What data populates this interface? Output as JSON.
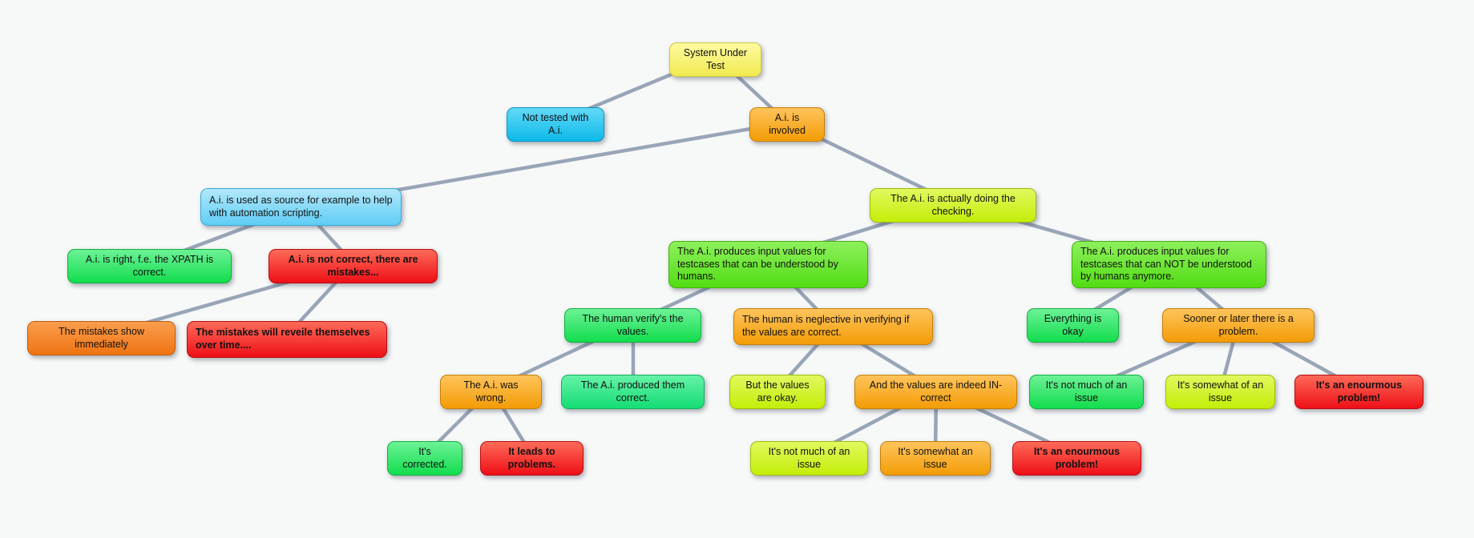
{
  "app": {
    "type": "mind-map-canvas",
    "background_color": "#f7f8f8",
    "connector_color": "#8897ab"
  },
  "colors": {
    "yellow": "#f2ea50",
    "cyan": "#0db9e9",
    "orange": "#f39c06",
    "skyblue": "#5fcdf5",
    "chartreuse": "#c3ee09",
    "green": "#12dd4d",
    "brightgreen": "#52dd14",
    "springgreen": "#14dd74",
    "red": "#ee0f17",
    "orangered": "#ef7312"
  },
  "nodes": [
    {
      "label": "System Under Test",
      "color": "yellow"
    },
    {
      "label": "Not tested with A.i.",
      "color": "cyan"
    },
    {
      "label": "A.i. is involved",
      "color": "orange"
    },
    {
      "label": "A.i. is used as source for example to help with automation scripting.",
      "color": "skyblue"
    },
    {
      "label": "The A.i. is actually doing the checking.",
      "color": "chartreuse"
    },
    {
      "label": "A.i. is right, f.e. the XPATH is correct.",
      "color": "green"
    },
    {
      "label": "A.i. is not correct, there are mistakes...",
      "color": "red"
    },
    {
      "label": "The A.i. produces input values for testcases that can be understood by humans.",
      "color": "brightgreen"
    },
    {
      "label": "The A.i. produces input values for testcases that can NOT be understood by humans anymore.",
      "color": "brightgreen"
    },
    {
      "label": "The mistakes show immediately",
      "color": "orangered"
    },
    {
      "label": "The mistakes will reveile themselves over time....",
      "color": "red"
    },
    {
      "label": "The human verify's the values.",
      "color": "green"
    },
    {
      "label": "The human is neglective in verifying if the values are correct.",
      "color": "orange"
    },
    {
      "label": "Everything is okay",
      "color": "green"
    },
    {
      "label": "Sooner or later there is a problem.",
      "color": "orange"
    },
    {
      "label": "The A.i. was wrong.",
      "color": "orange"
    },
    {
      "label": "The A.i. produced them correct.",
      "color": "springgreen"
    },
    {
      "label": "But the values are okay.",
      "color": "chartreuse"
    },
    {
      "label": "And the values are indeed IN-correct",
      "color": "orange"
    },
    {
      "label": "It's not much of an issue",
      "color": "green"
    },
    {
      "label": "It's somewhat of an issue",
      "color": "chartreuse"
    },
    {
      "label": "It's an enourmous problem!",
      "color": "red"
    },
    {
      "label": "It's corrected.",
      "color": "green"
    },
    {
      "label": "It leads to problems.",
      "color": "red"
    },
    {
      "label": "It's not much of an issue",
      "color": "chartreuse"
    },
    {
      "label": "It's somewhat an issue",
      "color": "orange"
    },
    {
      "label": "It's an enourmous problem!",
      "color": "red"
    }
  ],
  "edges": [
    [
      0,
      1
    ],
    [
      0,
      2
    ],
    [
      2,
      3
    ],
    [
      2,
      4
    ],
    [
      3,
      5
    ],
    [
      3,
      6
    ],
    [
      6,
      9
    ],
    [
      6,
      10
    ],
    [
      4,
      7
    ],
    [
      4,
      8
    ],
    [
      7,
      11
    ],
    [
      7,
      12
    ],
    [
      11,
      15
    ],
    [
      11,
      16
    ],
    [
      12,
      17
    ],
    [
      12,
      18
    ],
    [
      15,
      22
    ],
    [
      15,
      23
    ],
    [
      18,
      24
    ],
    [
      18,
      25
    ],
    [
      18,
      26
    ],
    [
      8,
      13
    ],
    [
      8,
      14
    ],
    [
      14,
      19
    ],
    [
      14,
      20
    ],
    [
      14,
      21
    ]
  ]
}
